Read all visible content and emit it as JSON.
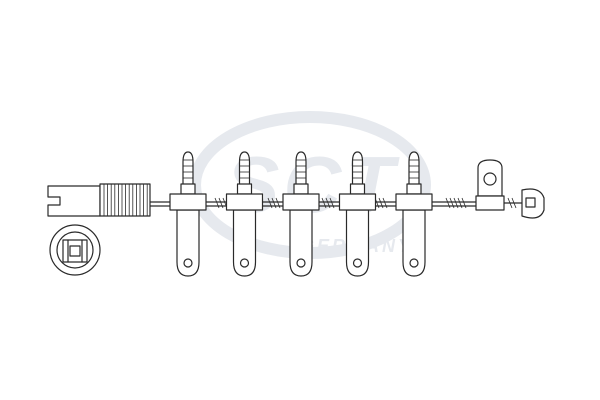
{
  "watermark": {
    "logo_text": "SCT",
    "sub_text": "GERMANY",
    "color": "#e6e9ee"
  },
  "colors": {
    "stroke": "#2a2a2a",
    "background": "#ffffff"
  },
  "sensor": {
    "probe_count": 5
  }
}
